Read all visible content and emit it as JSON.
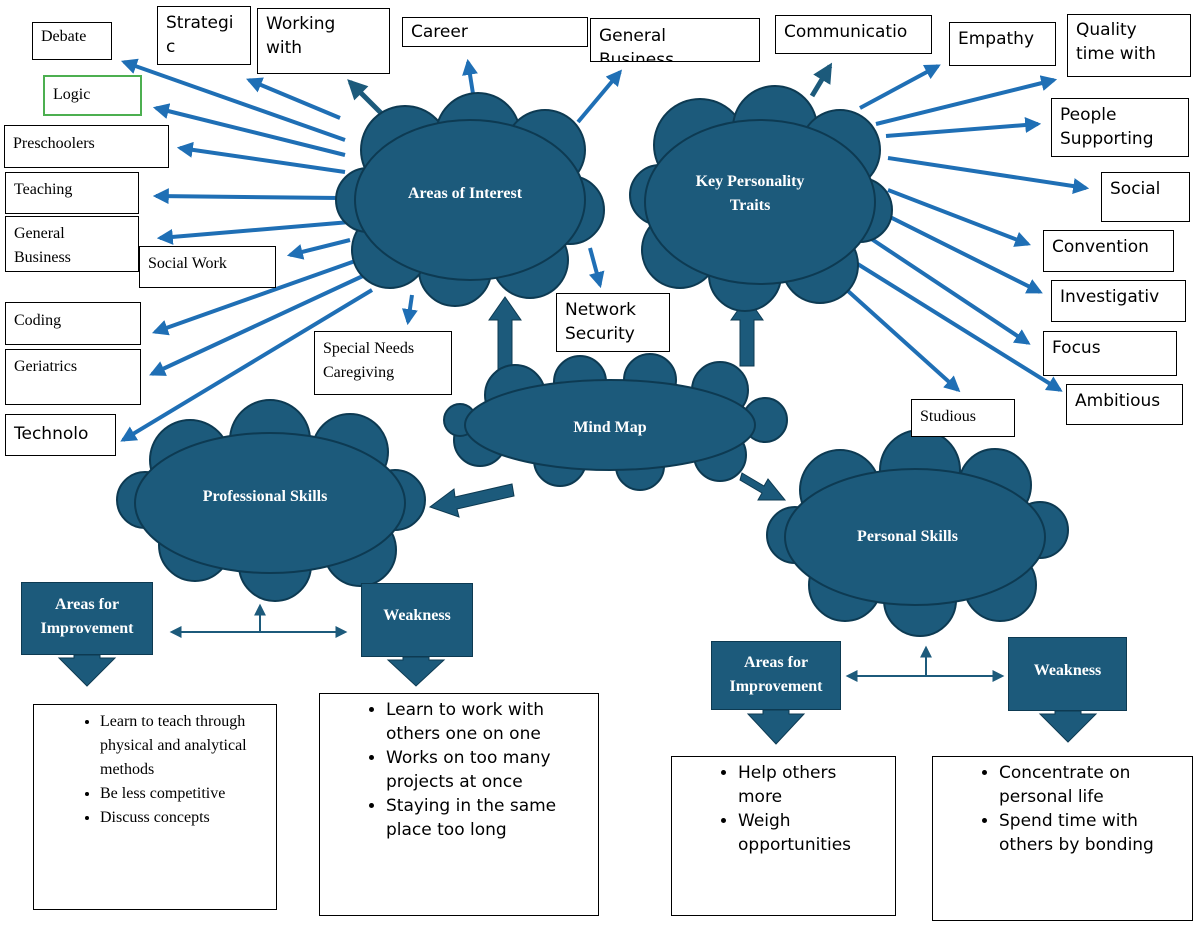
{
  "colors": {
    "cloud": "#1c5a7b",
    "cloud_stroke": "#0d3a52",
    "arrow_blue": "#1f6fb5",
    "box_border": "#000000",
    "logic_border": "#4caf50"
  },
  "clouds": {
    "interest": "Areas of Interest",
    "traits_line1": "Key Personality",
    "traits_line2": "Traits",
    "mind": "Mind Map",
    "professional": "Professional Skills",
    "personal": "Personal Skills"
  },
  "interest_boxes": {
    "debate": "Debate",
    "logic": "Logic",
    "preschoolers": "Preschoolers",
    "teaching": "Teaching",
    "general_business_left": "General Business",
    "social_work": "Social Work",
    "coding": "Coding",
    "geriatrics": "Geriatrics",
    "technology": "Technolo",
    "special_needs": "Special Needs Caregiving",
    "strategic": "Strategi c",
    "working_with": "Working with",
    "career": "Career",
    "general_business_top": "General Business",
    "network_security": "Network Security"
  },
  "trait_boxes": {
    "communication": "Communicatio",
    "empathy": "Empathy",
    "quality_time": "Quality time with",
    "people_supporting": "People Supporting",
    "social": "Social",
    "conventional": "Convention",
    "investigative": "Investigativ",
    "focus": "Focus",
    "ambitious": "Ambitious",
    "studious": "Studious"
  },
  "professional": {
    "improvement_label": "Areas for Improvement",
    "weakness_label": "Weakness",
    "improvement_items": [
      "Learn to teach through physical and analytical methods",
      "Be less competitive",
      "Discuss concepts"
    ],
    "weakness_items": [
      "Learn to work with others one on one",
      "Works on too many projects at once",
      "Staying in the same place too long"
    ]
  },
  "personal": {
    "improvement_label": "Areas for Improvement",
    "weakness_label": "Weakness",
    "improvement_items": [
      "Help others more",
      "Weigh opportunities"
    ],
    "weakness_items": [
      "Concentrate on personal life",
      "Spend time with others by bonding"
    ]
  }
}
